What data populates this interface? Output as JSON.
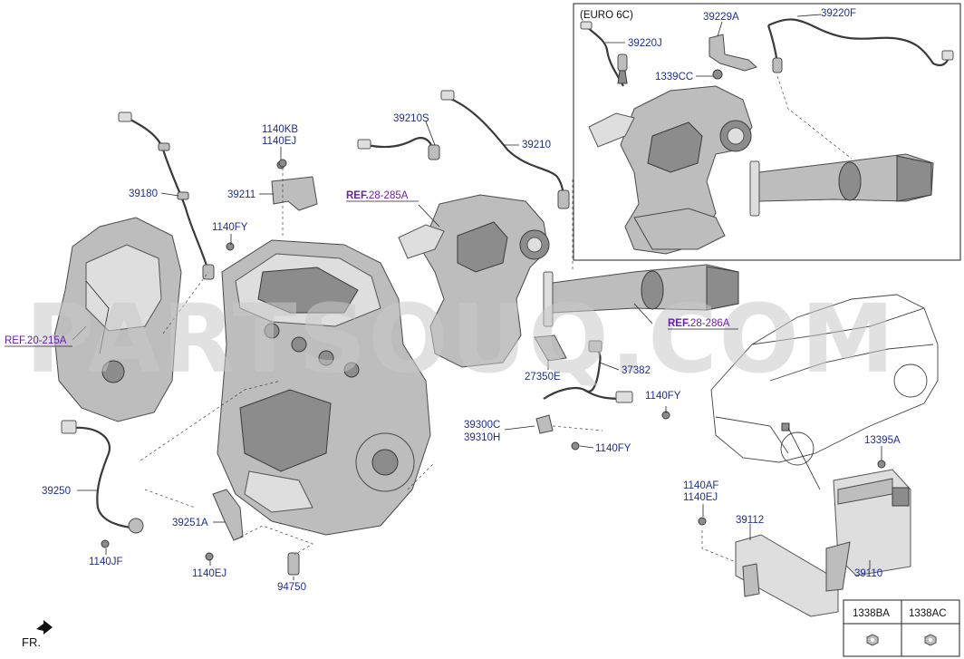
{
  "watermark": "PARTSOUQ.COM",
  "euro_label": "(EURO 6C)",
  "fr_label": "FR.",
  "refs": {
    "r1": {
      "prefix": "REF.",
      "num": "28-285A"
    },
    "r2": {
      "prefix": "REF.",
      "num": "28-286A"
    },
    "r3": {
      "prefix": "REF.",
      "num": "20-215A"
    }
  },
  "labels": {
    "l39229A": "39229A",
    "l39220F": "39220F",
    "l39220J": "39220J",
    "l1339CC": "1339CC",
    "l39210S": "39210S",
    "l39210": "39210",
    "l1140KB": "1140KB",
    "l1140EJa": "1140EJ",
    "l39211": "39211",
    "l39180": "39180",
    "l1140FYa": "1140FY",
    "l27350E": "27350E",
    "l37382": "37382",
    "l1140FYb": "1140FY",
    "l39300C": "39300C",
    "l39310H": "39310H",
    "l1140FYc": "1140FY",
    "l39250": "39250",
    "l39251A": "39251A",
    "l1140JF": "1140JF",
    "l1140EJb": "1140EJ",
    "l94750": "94750",
    "l13395A": "13395A",
    "l1140AF": "1140AF",
    "l1140EJc": "1140EJ",
    "l39112": "39112",
    "l39110": "39110"
  },
  "table": {
    "col1": "1338BA",
    "col2": "1338AC"
  }
}
